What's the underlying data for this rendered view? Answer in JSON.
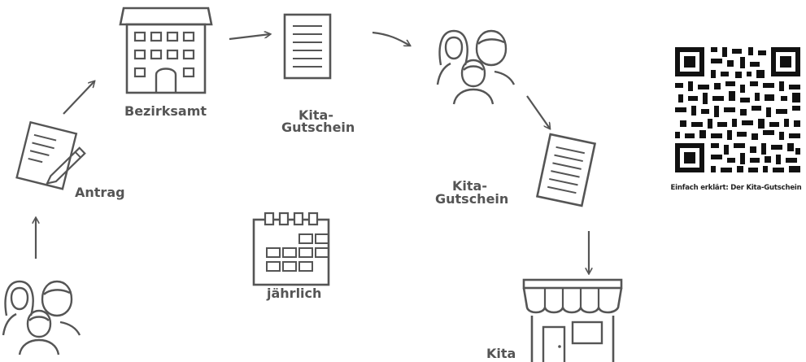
{
  "nodes": {
    "bezirksamt": "Bezirksamt",
    "voucher1_line1": "Kita-",
    "voucher1_line2": "Gutschein",
    "antrag": "Antrag",
    "voucher2_line1": "Kita-",
    "voucher2_line2": "Gutschein",
    "annual": "jährlich",
    "kita": "Kita"
  },
  "qr": {
    "caption": "Einfach erklärt: Der Kita-Gutschein"
  },
  "icons": [
    "family-icon",
    "application-form-icon",
    "district-office-building-icon",
    "voucher-document-icon",
    "calendar-icon",
    "kindergarten-shop-icon",
    "qr-code-icon",
    "arrow-icon"
  ],
  "colors": {
    "icon": "#555555",
    "text": "#555555",
    "qr": "#111111"
  }
}
